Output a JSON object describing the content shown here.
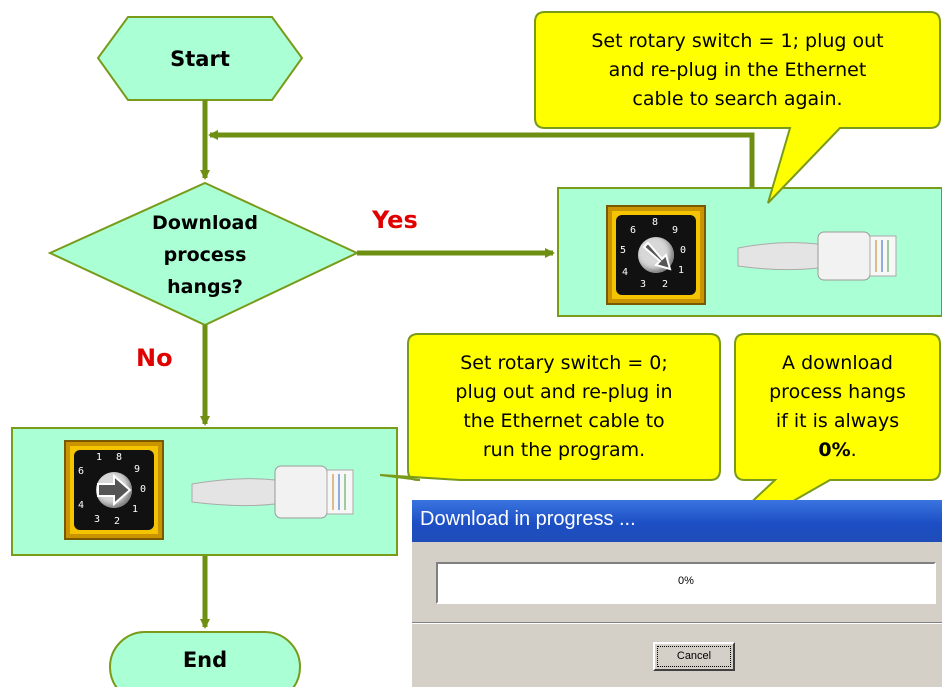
{
  "flowchart": {
    "start": "Start",
    "decision_lines": [
      "Download",
      "process",
      "hangs?"
    ],
    "yes_label": "Yes",
    "no_label": "No",
    "end": "End"
  },
  "callouts": {
    "top_right": [
      "Set rotary switch = 1;  plug out",
      "and re-plug in the Ethernet",
      "cable to search again."
    ],
    "middle": [
      "Set rotary switch = 0;",
      "plug out and re-plug in",
      "the Ethernet cable to",
      "run the program."
    ],
    "right": [
      "A download",
      "process hangs",
      "if it is always"
    ],
    "right_bold": "0%",
    "right_suffix": "."
  },
  "rotary_digits": [
    "1",
    "8",
    "9",
    "0",
    "1",
    "2",
    "3",
    "4",
    "5",
    "6"
  ],
  "dialog": {
    "title": "Download in progress ...",
    "progress_text": "0%",
    "progress_value": 0,
    "cancel_label": "Cancel"
  },
  "colors": {
    "node_fill": "#aaffd4",
    "arrow": "#6e9012",
    "callout_fill": "#ffff00",
    "label_red": "#e00000",
    "titlebar": "#1d4fc4"
  }
}
